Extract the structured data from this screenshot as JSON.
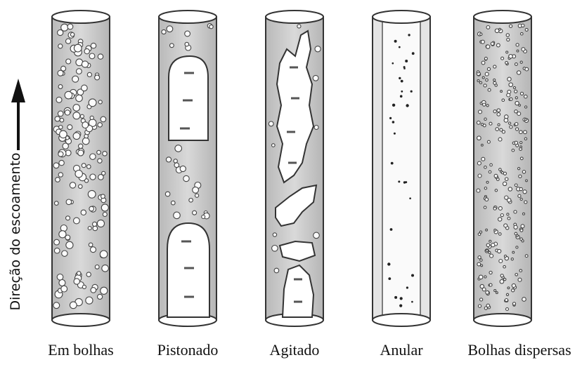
{
  "axis_label": "Direção do escoamento",
  "patterns": [
    {
      "id": "em-bolhas",
      "label": "Em bolhas"
    },
    {
      "id": "pistonado",
      "label": "Pistonado"
    },
    {
      "id": "agitado",
      "label": "Agitado"
    },
    {
      "id": "anular",
      "label": "Anular"
    },
    {
      "id": "bolhas-dispersas",
      "label": "Bolhas dispersas"
    }
  ],
  "colors": {
    "ink": "#111111",
    "liquid": "#cfcfcf",
    "gas": "#ffffff",
    "pipe_wall": "#6a6a6a"
  }
}
